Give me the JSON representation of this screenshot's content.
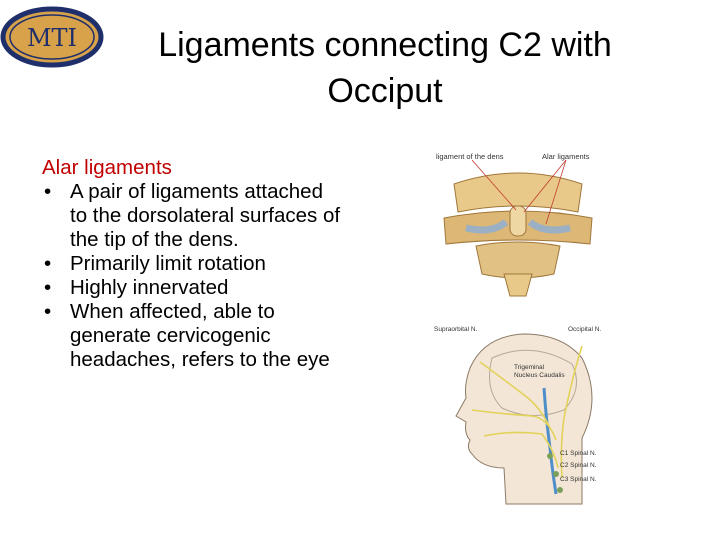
{
  "logo": {
    "text": "MTI",
    "ring_color": "#1f2f6b",
    "fill_color": "#d7a24a"
  },
  "slide": {
    "title_line1": "Ligaments connecting C2 with",
    "title_line2": "Occiput",
    "heading": "Alar ligaments",
    "bullets": [
      "A pair of ligaments attached to the dorsolateral surfaces of the tip of the dens.",
      "Primarily limit rotation",
      "Highly innervated",
      "When affected, able to generate cervicogenic headaches, refers to the eye"
    ]
  },
  "figure_top": {
    "label_left": "ligament of the dens",
    "label_right": "Alar ligaments"
  },
  "figure_bottom": {
    "label_supraorbital": "Supraorbital N.",
    "label_occipital": "Occipital N.",
    "label_trigeminal_line1": "Trigeminal",
    "label_trigeminal_line2": "Nucleus Caudalis",
    "label_c1": "C1 Spinal N.",
    "label_c2": "C2 Spinal N.",
    "label_c3": "C3 Spinal N."
  },
  "colors": {
    "heading": "#c00000",
    "bone": "#e8c98a",
    "ligament": "#9bb0c4",
    "nerve": "#e3d25a"
  }
}
